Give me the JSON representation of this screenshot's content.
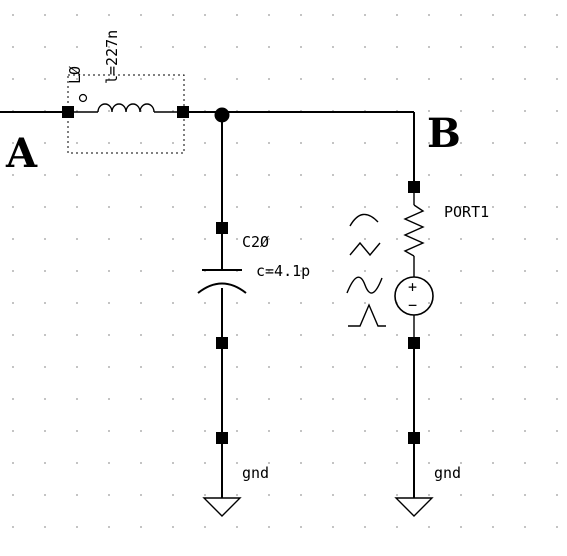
{
  "schematic": {
    "net_a": "A",
    "net_b": "B",
    "inductor": {
      "name": "LØ",
      "value": "l=227n",
      "pin_marker": "o"
    },
    "capacitor": {
      "name": "C2Ø",
      "value": "c=4.1p"
    },
    "port": {
      "name": "PORT1",
      "plus": "+",
      "minus": "−"
    },
    "ground_labels": [
      "gnd",
      "gnd"
    ]
  },
  "colors": {
    "background": "#ffffff",
    "wire": "#000000",
    "grid_dot": "#9a9a9a"
  },
  "icons": [
    "ground-symbol-icon",
    "inductor-coil-icon",
    "capacitor-icon",
    "resistor-icon",
    "voltage-source-icon",
    "waveform-icon"
  ]
}
